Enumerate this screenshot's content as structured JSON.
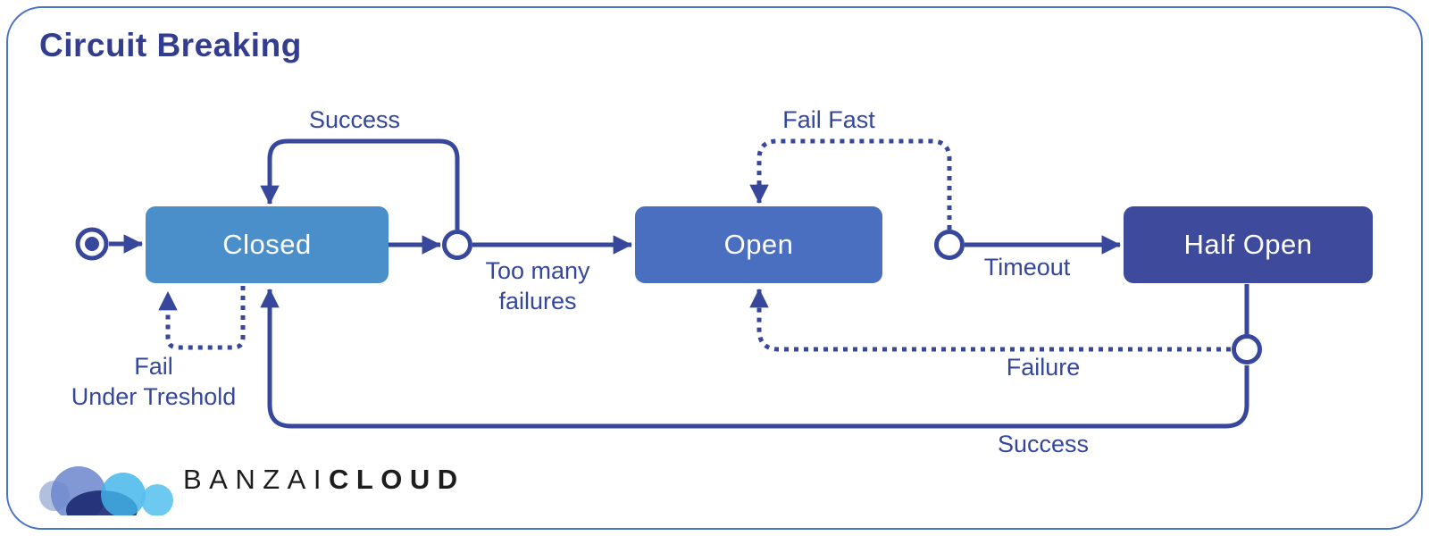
{
  "title": "Circuit Breaking",
  "states": {
    "closed": {
      "label": "Closed",
      "fill": "#4a8fca"
    },
    "open": {
      "label": "Open",
      "fill": "#4a6fc0"
    },
    "half_open": {
      "label": "Half Open",
      "fill": "#3e4b9d"
    }
  },
  "transitions": {
    "closed_self_success": {
      "label": "Success",
      "style": "solid"
    },
    "closed_to_open": {
      "label_line1": "Too many",
      "label_line2": "failures",
      "style": "solid"
    },
    "open_self_fail_fast": {
      "label": "Fail Fast",
      "style": "dotted"
    },
    "open_to_half_open": {
      "label": "Timeout",
      "style": "solid"
    },
    "half_open_to_open_failure": {
      "label": "Failure",
      "style": "dotted"
    },
    "half_open_to_closed_success": {
      "label": "Success",
      "style": "solid"
    },
    "closed_self_fail_under": {
      "label_line1": "Fail",
      "label_line2": "Under Treshold",
      "style": "dotted"
    }
  },
  "logo": {
    "brand_part1": "BANZAI",
    "brand_part2": "CLOUD"
  },
  "colors": {
    "wire": "#37479b",
    "label_text": "#34479c",
    "title_text": "#333d8f",
    "frame_border": "#4a73c8",
    "closed_fill": "#4a8fca",
    "open_fill": "#4a6fc0",
    "half_open_fill": "#3e4b9d",
    "logo_text": "#1d1d1d"
  }
}
